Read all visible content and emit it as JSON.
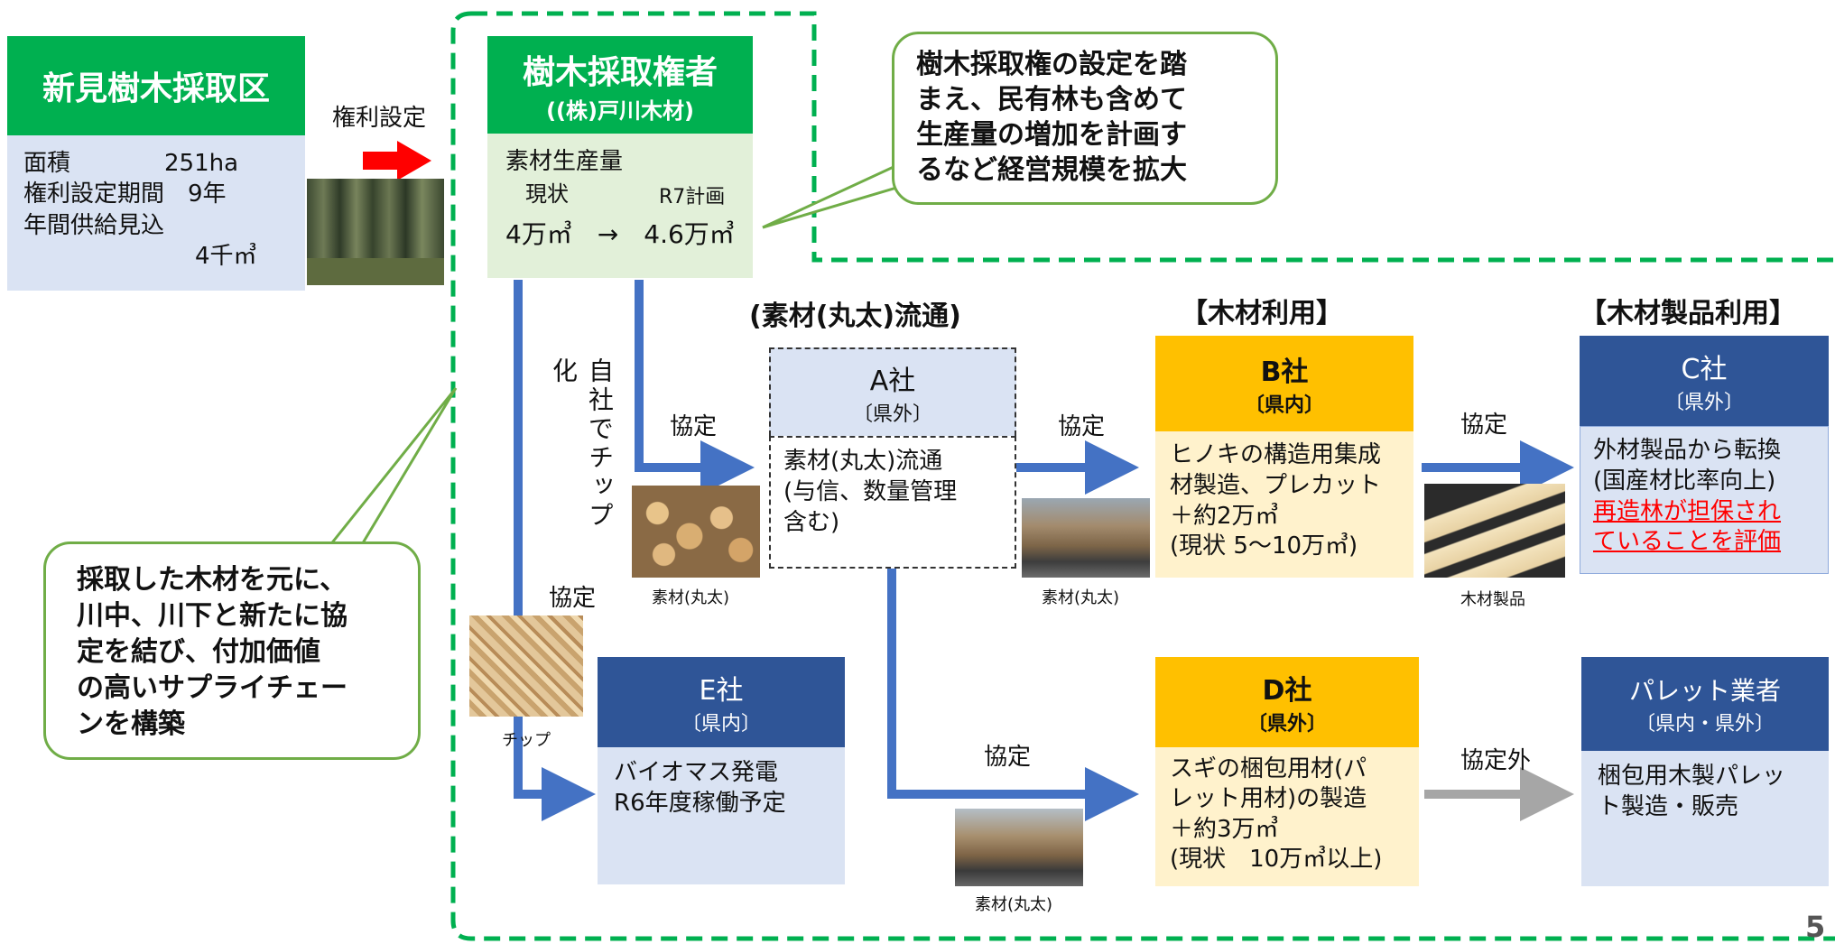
{
  "colors": {
    "green": "#00b050",
    "navy": "#2f5597",
    "gold": "#ffc000",
    "arrow_blue": "#4472c4",
    "arrow_gray": "#a6a6a6",
    "arrow_red": "#ff0000",
    "dashed_green": "#00b050",
    "underline_red": "#ff0000"
  },
  "area": {
    "title": "新見樹木採取区",
    "lines": [
      "面積　　　　251ha",
      "権利設定期間　9年",
      "年間供給見込",
      "4千㎥"
    ]
  },
  "right_arrow_label": "権利設定",
  "holder": {
    "title": "樹木採取権者",
    "subtitle": "((株)戸川木材)",
    "production_label": "素材生産量",
    "current_label": "現状",
    "plan_label": "R7計画",
    "volume_change": "4万㎥　→　4.6万㎥"
  },
  "callout_top": {
    "lines": [
      "樹木採取権の設定を踏",
      "まえ、民有林も含めて",
      "生産量の増加を計画す",
      "るなど経営規模を拡大"
    ]
  },
  "callout_left": {
    "lines": [
      "採取した木材を元に、",
      "川中、川下と新たに協",
      "定を結び、付加価値",
      "の高いサプライチェー",
      "ンを構築"
    ]
  },
  "section_headers": {
    "distribution": "(素材(丸太)流通)",
    "wood_use": "【木材利用】",
    "product_use": "【木材製品利用】"
  },
  "vertical_label": "自社でチップ化",
  "agreement_labels": {
    "holder_to_a": "協定",
    "a_to_b": "協定",
    "b_to_c": "協定",
    "chip": "協定",
    "a_to_d": "協定",
    "d_to_pallet": "協定外"
  },
  "company_a": {
    "name": "A社",
    "region": "〔県外〕",
    "lines": [
      "素材(丸太)流通",
      "(与信、数量管理",
      "含む)"
    ]
  },
  "company_b": {
    "name": "B社",
    "region": "〔県内〕",
    "lines": [
      "ヒノキの構造用集成",
      "材製造、プレカット",
      "＋約2万㎥",
      "(現状 5～10万㎥)"
    ]
  },
  "company_c": {
    "name": "C社",
    "region": "〔県外〕",
    "lines": [
      "外材製品から転換",
      "(国産材比率向上)"
    ],
    "highlight_lines": [
      "再造林が担保され",
      "ていることを評価"
    ]
  },
  "company_d": {
    "name": "D社",
    "region": "〔県外〕",
    "lines": [
      "スギの梱包用材(パ",
      "レット用材)の製造",
      "＋約3万㎥",
      "(現状　10万㎥以上)"
    ]
  },
  "company_e": {
    "name": "E社",
    "region": "〔県内〕",
    "lines": [
      "バイオマス発電",
      "R6年度稼働予定"
    ]
  },
  "pallet": {
    "name": "パレット業者",
    "region": "〔県内・県外〕",
    "lines": [
      "梱包用木製パレッ",
      "ト製造・販売"
    ]
  },
  "photo_captions": {
    "logs1": "素材(丸太)",
    "truck1": "素材(丸太)",
    "product": "木材製品",
    "truck2": "素材(丸太)",
    "chips": "チップ"
  },
  "page_number": "5"
}
